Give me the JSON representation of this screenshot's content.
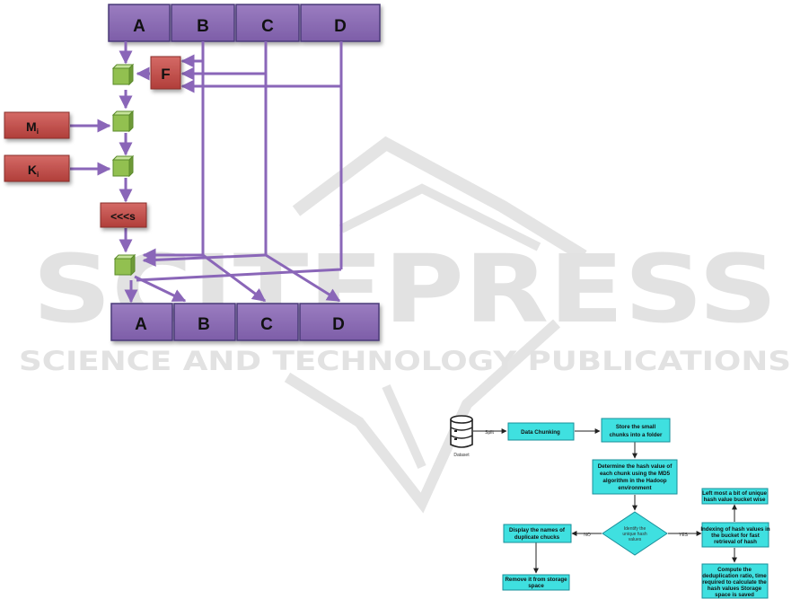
{
  "watermark": {
    "main": "SCITEPRESS",
    "sub": "SCIENCE AND TECHNOLOGY PUBLICATIONS"
  },
  "md5_diagram": {
    "top_registers": [
      "A",
      "B",
      "C",
      "D"
    ],
    "bottom_registers": [
      "A",
      "B",
      "C",
      "D"
    ],
    "f_box": "F",
    "m_box": "M",
    "m_sub": "i",
    "k_box": "K",
    "k_sub": "i",
    "shift_box": "<<<s"
  },
  "flowchart": {
    "dataset_label": "Dataset",
    "split_label": "Split",
    "data_chunking": "Data Chunking",
    "store_chunks": [
      "Store the small",
      "chunks into a folder"
    ],
    "determine_hash": [
      "Determine the hash value of",
      "each chunk using the MD5",
      "algorithm in the Hadoop",
      "environment"
    ],
    "identify_unique": [
      "Identify the",
      "unique hash",
      "values"
    ],
    "no_label": "NO",
    "yes_label": "YES",
    "display_duplicates": [
      "Display the names of",
      "duplicate chucks"
    ],
    "remove_storage": [
      "Remove it from storage",
      "space"
    ],
    "leftmost_bit": [
      "Left most a bit of unique",
      "hash value bucket wise"
    ],
    "indexing": [
      "Indexing of hash values in",
      "the bucket for fast",
      "retrieval of hash"
    ],
    "compute": [
      "Compute the",
      "deduplication ratio, time",
      "required to calculate the",
      "hash values Storage",
      "space is saved"
    ]
  },
  "colors": {
    "register_fill": "#8c6bb1",
    "register_border": "#4a3a78",
    "arrow": "#8a66b8",
    "red_box": "#c0504d",
    "cube_green": "#92c050",
    "flow_fill": "#3fe0e0",
    "flow_border": "#1a8f9a"
  }
}
